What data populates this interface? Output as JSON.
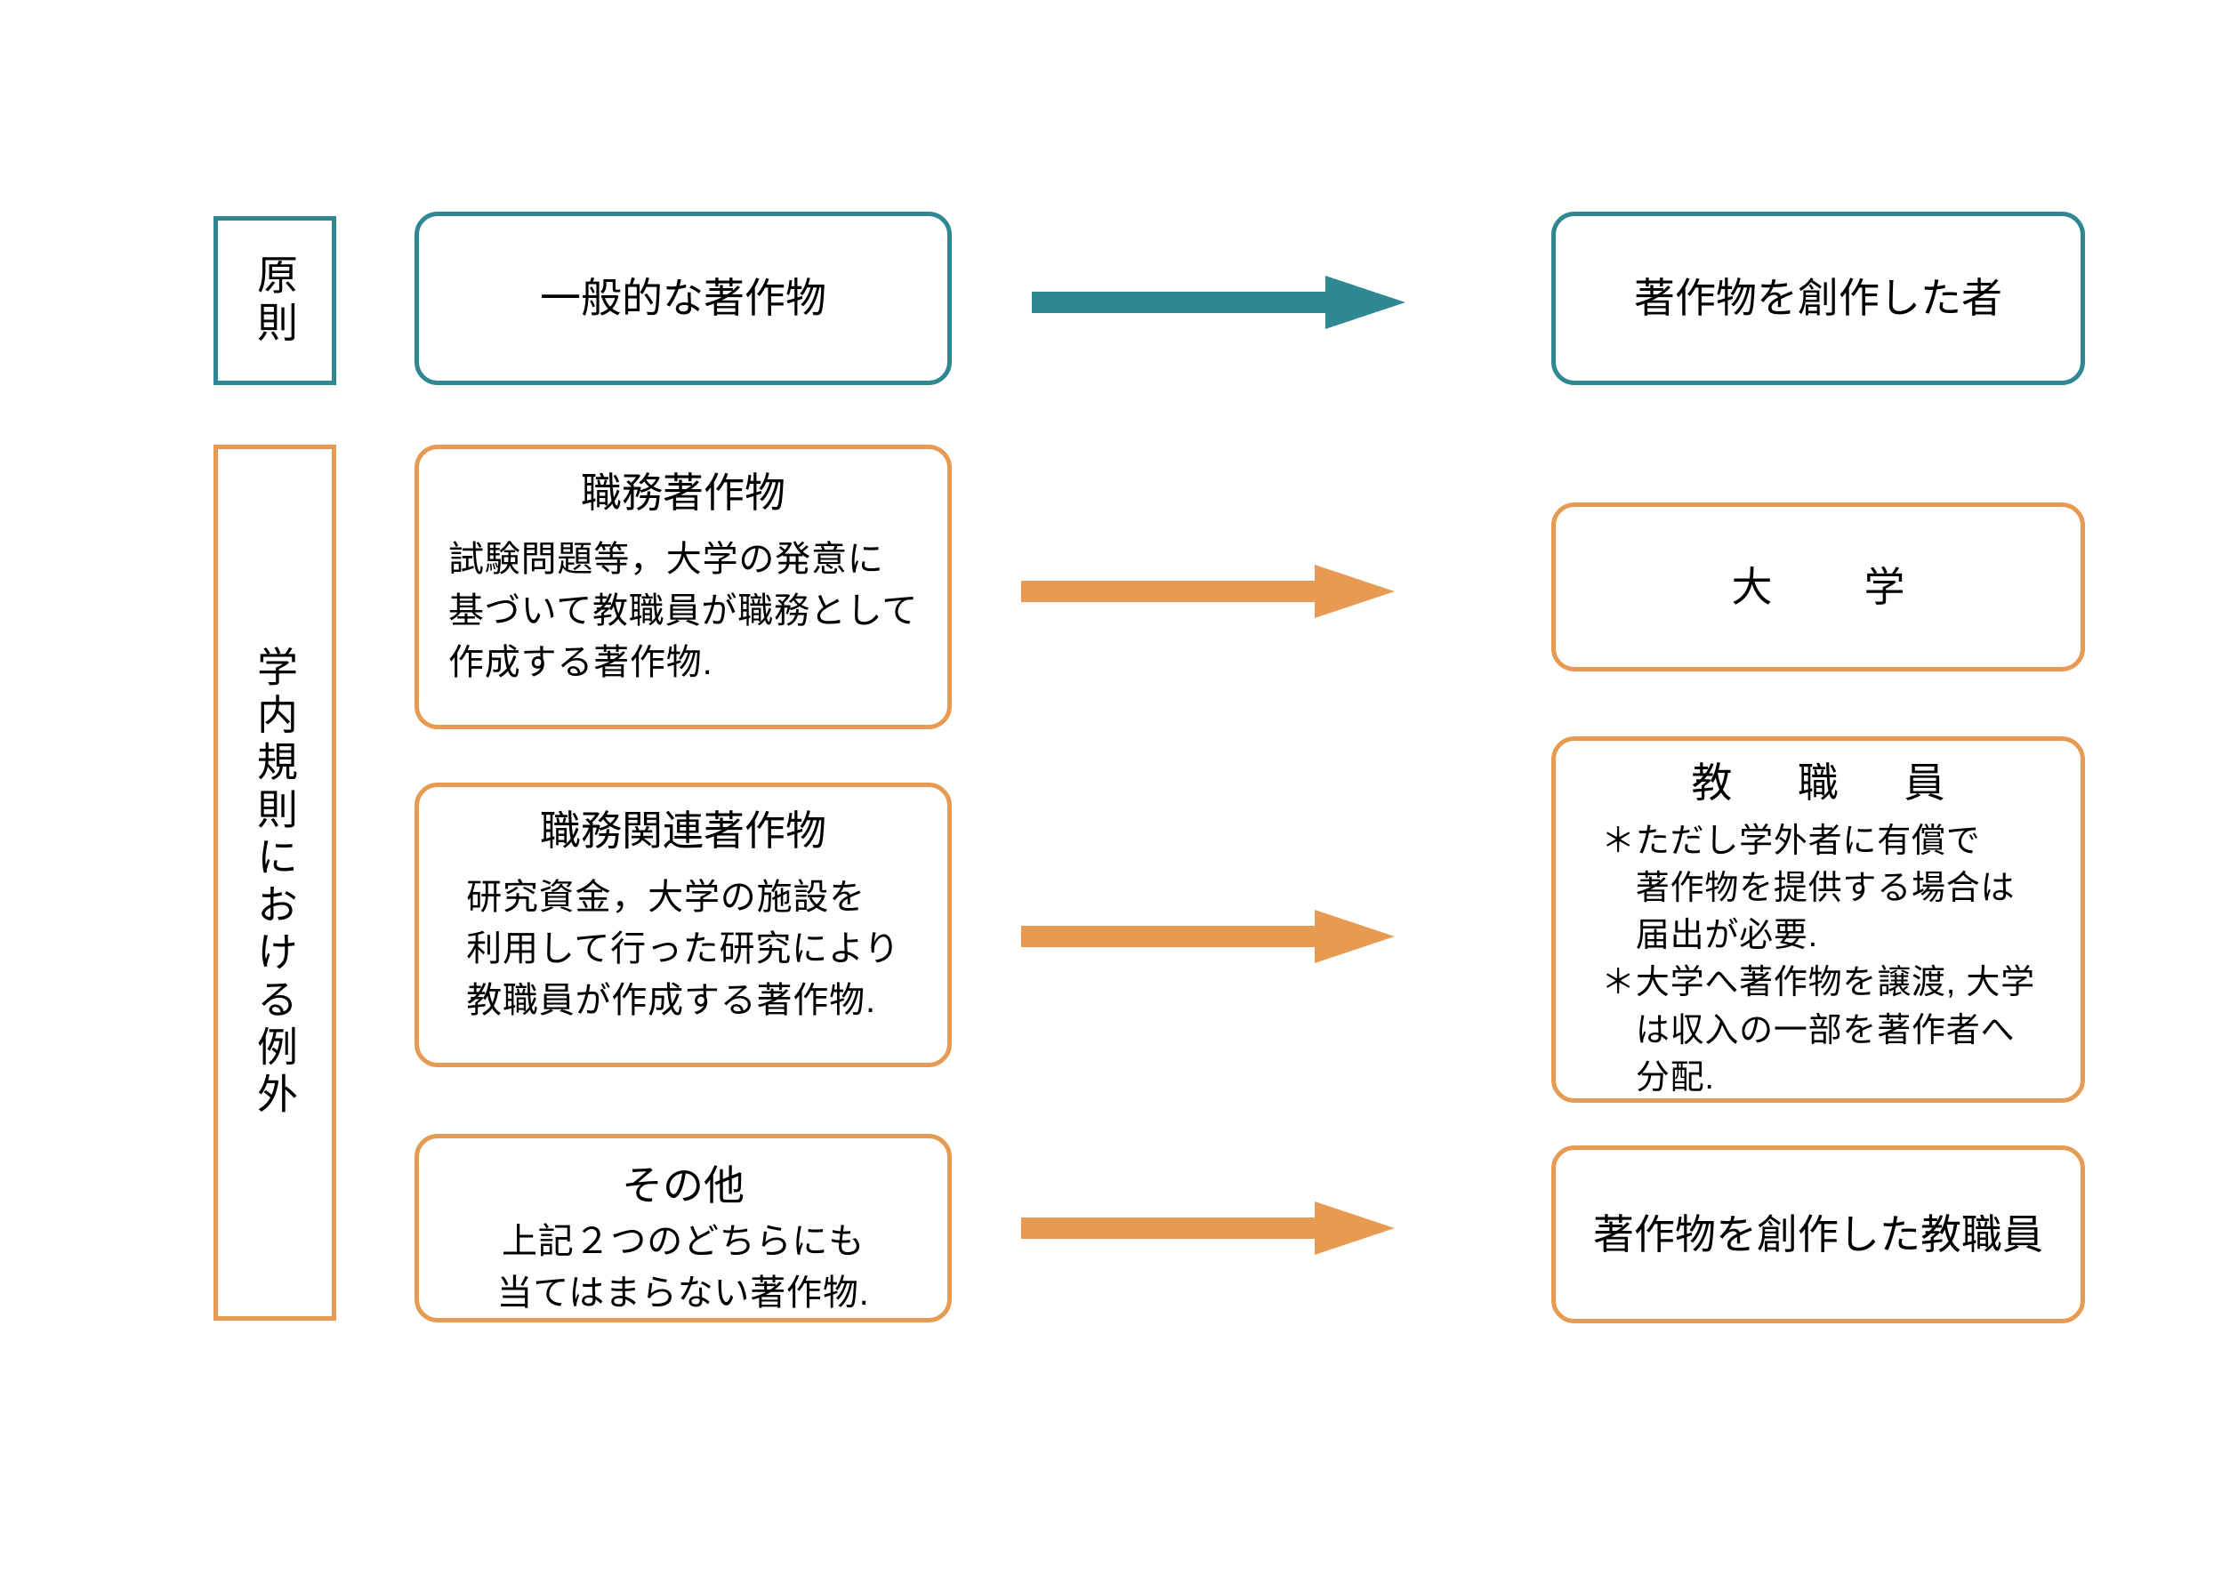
{
  "colors": {
    "teal": "#2F8794",
    "orange": "#E79A51",
    "text": "#000000",
    "background": "#FFFFFF"
  },
  "sections": [
    {
      "id": "principle",
      "side_label": "原則",
      "accent": "#2F8794"
    },
    {
      "id": "exception",
      "side_label": "学内規則における例外",
      "accent": "#E79A51"
    }
  ],
  "rows": [
    {
      "id": "general-work",
      "accent": "#2F8794",
      "source": {
        "title": "一般的な著作物",
        "body": []
      },
      "arrow": {
        "direction": "right",
        "color": "#2F8794"
      },
      "target": {
        "title": "著作物を創作した者",
        "body": []
      }
    },
    {
      "id": "work-for-hire",
      "accent": "#E79A51",
      "source": {
        "title": "職務著作物",
        "body": [
          "試験問題等，大学の発意に",
          "基づいて教職員が職務として",
          "作成する著作物."
        ]
      },
      "arrow": {
        "direction": "right",
        "color": "#E79A51"
      },
      "target": {
        "title": "大　学",
        "body": []
      }
    },
    {
      "id": "work-related",
      "accent": "#E79A51",
      "source": {
        "title": "職務関連著作物",
        "body": [
          "研究資金，大学の施設を",
          "利用して行った研究により",
          "教職員が作成する著作物."
        ]
      },
      "arrow": {
        "direction": "right",
        "color": "#E79A51"
      },
      "target": {
        "title": "教　職　員",
        "body": [
          "＊ただし学外者に有償で",
          "　著作物を提供する場合は",
          "　届出が必要.",
          "＊大学へ著作物を譲渡, 大学",
          "　は収入の一部を著作者へ",
          "　分配."
        ]
      }
    },
    {
      "id": "other",
      "accent": "#E79A51",
      "source": {
        "title": "その他",
        "body": [
          "上記２つのどちらにも",
          "当てはまらない著作物."
        ]
      },
      "arrow": {
        "direction": "right",
        "color": "#E79A51"
      },
      "target": {
        "title": "著作物を創作した教職員",
        "body": []
      }
    }
  ]
}
